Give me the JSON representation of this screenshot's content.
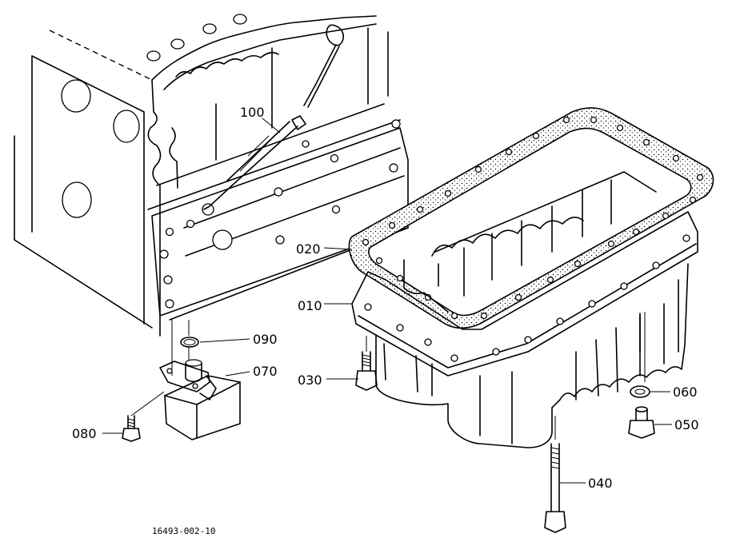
{
  "figure_code": "16493-002-10",
  "parts": [
    {
      "id": "p100",
      "label": "100"
    },
    {
      "id": "p020",
      "label": "020"
    },
    {
      "id": "p010",
      "label": "010"
    },
    {
      "id": "p090",
      "label": "090"
    },
    {
      "id": "p070",
      "label": "070"
    },
    {
      "id": "p030",
      "label": "030"
    },
    {
      "id": "p060",
      "label": "060"
    },
    {
      "id": "p050",
      "label": "050"
    },
    {
      "id": "p080",
      "label": "080"
    },
    {
      "id": "p040",
      "label": "040"
    }
  ]
}
